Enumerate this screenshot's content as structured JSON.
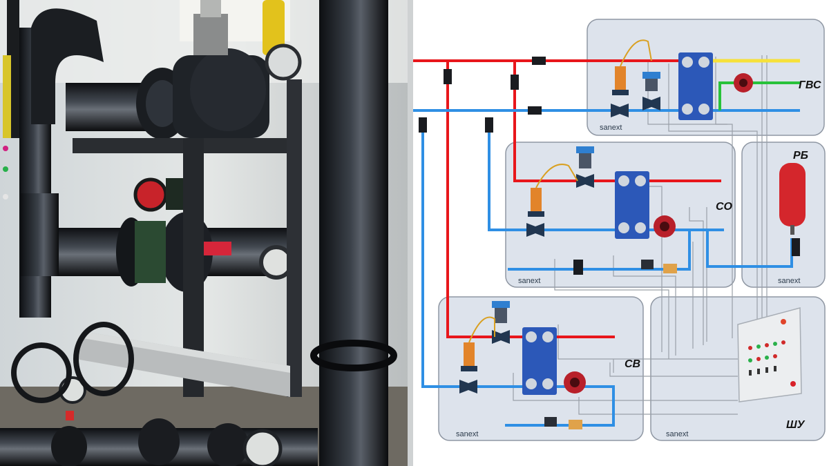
{
  "photo": {
    "description_icon": "pipe-installation-photo-icon"
  },
  "colors": {
    "supply": "#e8161b",
    "return": "#2f8fe4",
    "hot_water": "#f6e13a",
    "circulation": "#28c23a",
    "panel_bg": "#dde3ec",
    "panel_border": "#8f97a3"
  },
  "scheme": {
    "brand": "sanext",
    "units": {
      "gvs": {
        "label": "ГВС",
        "brand": "sanext"
      },
      "so": {
        "label": "СО",
        "brand": "sanext"
      },
      "rb": {
        "label": "РБ",
        "brand": "sanext"
      },
      "sv": {
        "label": "СВ",
        "brand": "sanext"
      },
      "shu": {
        "label": "ШУ",
        "brand": "sanext"
      }
    }
  }
}
